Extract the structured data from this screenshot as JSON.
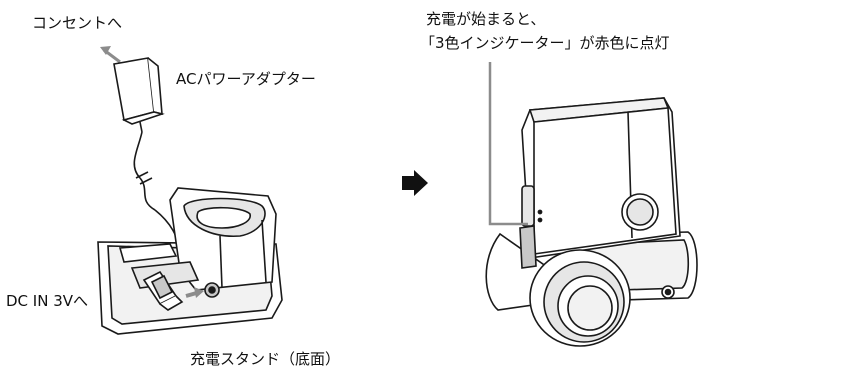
{
  "labels": {
    "outlet": "コンセントへ",
    "ac_adapter": "ACパワーアダプター",
    "dc_in": "DC IN 3Vへ",
    "charging_stand": "充電スタンド（底面）",
    "charge_line1": "充電が始まると、",
    "charge_line2": "「3色インジケーター」が赤色に点灯"
  },
  "colors": {
    "line": "#1a1a1a",
    "arrow_gray": "#8c8c8c",
    "fill_gray": "#e6e6e6",
    "fill_mid": "#c8c8c8"
  }
}
